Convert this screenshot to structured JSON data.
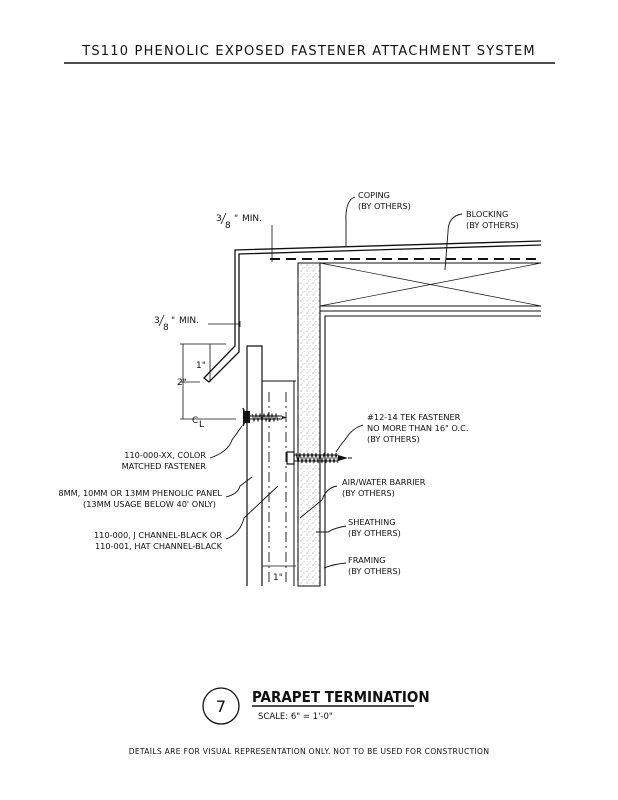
{
  "sheet": {
    "title": "TS110 PHENOLIC EXPOSED FASTENER ATTACHMENT SYSTEM",
    "disclaimer": "DETAILS ARE FOR VISUAL REPRESENTATION ONLY. NOT TO BE USED FOR CONSTRUCTION"
  },
  "detail": {
    "number": "7",
    "title": "PARAPET TERMINATION",
    "scale": "SCALE: 6\" = 1'-0\""
  },
  "dimensions": {
    "top_min": "MIN.",
    "mid_min": "MIN.",
    "one_inch": "1\"",
    "two_inch": "2\"",
    "one_inch_bottom": "1\"",
    "centerline": "C",
    "centerline_sub": "L"
  },
  "labels": {
    "coping_1": "COPING",
    "coping_2": "(BY OTHERS)",
    "blocking_1": "BLOCKING",
    "blocking_2": "(BY OTHERS)",
    "tek_1": "#12-14 TEK FASTENER",
    "tek_2": "NO MORE THAN 16\" O.C.",
    "tek_3": "(BY OTHERS)",
    "fastener_1": "110-000-XX, COLOR",
    "fastener_2": "MATCHED FASTENER",
    "panel_1": "8MM, 10MM OR 13MM PHENOLIC PANEL",
    "panel_2": "(13MM USAGE BELOW 40' ONLY)",
    "channel_1": "110-000, J CHANNEL-BLACK OR",
    "channel_2": "110-001, HAT CHANNEL-BLACK",
    "barrier_1": "AIR/WATER BARRIER",
    "barrier_2": "(BY OTHERS)",
    "sheathing_1": "SHEATHING",
    "sheathing_2": "(BY OTHERS)",
    "framing_1": "FRAMING",
    "framing_2": "(BY OTHERS)"
  }
}
